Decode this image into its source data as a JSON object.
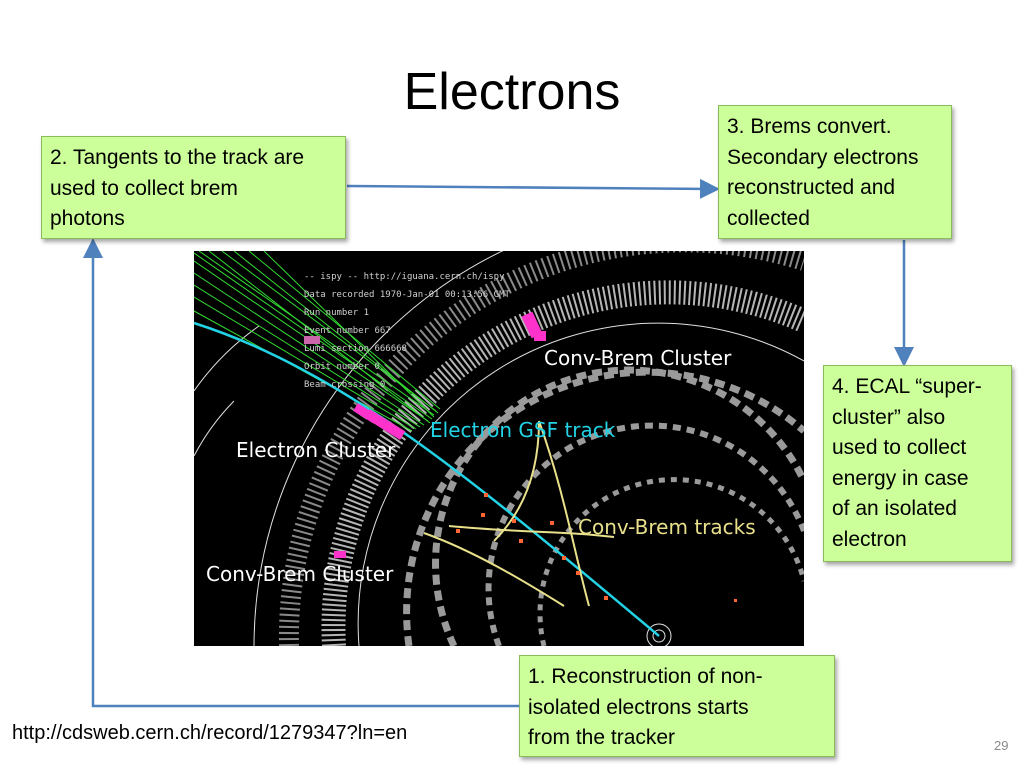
{
  "title": "Electrons",
  "notes": {
    "note1": [
      "1. Reconstruction of non-",
      "isolated electrons starts",
      "from the tracker"
    ],
    "note2": [
      "2. Tangents to the track are",
      "used to collect brem",
      "photons"
    ],
    "note3": [
      "3. Brems convert.",
      "Secondary electrons",
      "reconstructed and",
      "collected"
    ],
    "note4": [
      "4. ECAL “super-",
      "cluster” also",
      "used to collect",
      "energy in case",
      "of an isolated",
      "electron"
    ]
  },
  "event_display": {
    "labels": {
      "conv_brem_cluster_top": "Conv-Brem Cluster",
      "electron_gsf_track": "Electron GSF track",
      "electron_cluster": "Electron Cluster",
      "conv_brem_tracks": "Conv-Brem tracks",
      "conv_brem_cluster_bottom": "Conv-Brem Cluster"
    },
    "info_lines": [
      "-- ispy -- http://iguana.cern.ch/ispy",
      "Data recorded  1970-Jan-01 00:13:56 GMT",
      "Run number     1",
      "Event number   667",
      "Lumi section   666668",
      "Orbit number   0",
      "Beam crossing  0"
    ],
    "colors": {
      "background": "#000000",
      "gsf_track": "#22d3e6",
      "conv_tracks": "#e8e08a",
      "clusters": "#ff33cc",
      "brem_tangents": "#33dd33",
      "detector": "#e0e0e0"
    }
  },
  "footer": {
    "url": "http://cdsweb.cern.ch/record/1279347?ln=en",
    "page_number": "29"
  },
  "accent_colors": {
    "note_fill": "#ccff99",
    "arrow": "#4f81bd"
  }
}
